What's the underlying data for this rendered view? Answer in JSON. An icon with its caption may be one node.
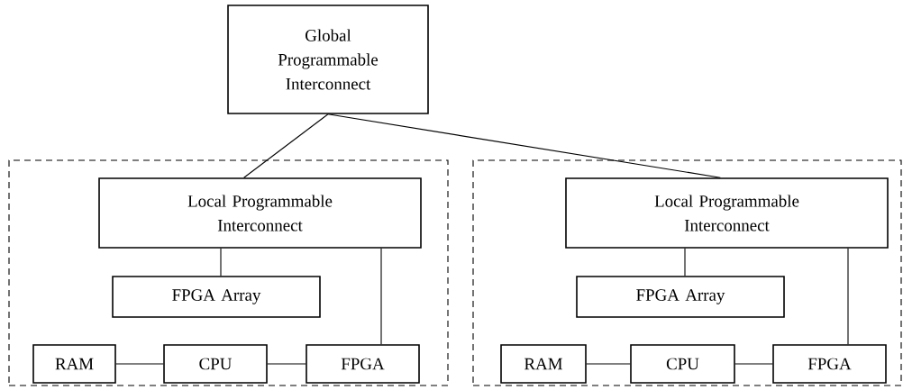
{
  "diagram": {
    "nodes": [
      {
        "text": [
          "Global Programmable Interconnect"
        ]
      },
      {
        "text": [],
        "shape": "box"
      },
      {
        "text": [
          "Local Programmable Interconnect"
        ],
        "in": 1
      },
      {
        "text": [
          "FPGA Array"
        ],
        "in": 1
      },
      {
        "text": [
          "RAM"
        ],
        "in": 1
      },
      {
        "text": [
          "CPU"
        ],
        "in": 1
      },
      {
        "text": [
          "FPGA"
        ],
        "in": 1
      },
      {
        "text": [],
        "shape": "box"
      },
      {
        "text": [
          "Local Programmable Interconnect"
        ],
        "in": 7
      },
      {
        "text": [
          "FPGA Array"
        ],
        "in": 7
      },
      {
        "text": [
          "RAM"
        ],
        "in": 7
      },
      {
        "text": [
          "CPU"
        ],
        "in": 7
      },
      {
        "text": [
          "FPGA"
        ],
        "in": 7
      }
    ],
    "edges": [
      {
        "from": 0,
        "to": 2,
        "arrow": "none"
      },
      {
        "from": 0,
        "to": 8,
        "arrow": "none"
      },
      {
        "from": 2,
        "to": 3,
        "arrow": "none"
      },
      {
        "from": 2,
        "to": 6,
        "arrow": "none"
      },
      {
        "from": 4,
        "to": 5,
        "arrow": "none"
      },
      {
        "from": 5,
        "to": 6,
        "arrow": "none"
      },
      {
        "from": 8,
        "to": 9,
        "arrow": "none"
      },
      {
        "from": 8,
        "to": 12,
        "arrow": "none"
      },
      {
        "from": 10,
        "to": 11,
        "arrow": "none"
      },
      {
        "from": 11,
        "to": 12,
        "arrow": "none"
      }
    ]
  }
}
